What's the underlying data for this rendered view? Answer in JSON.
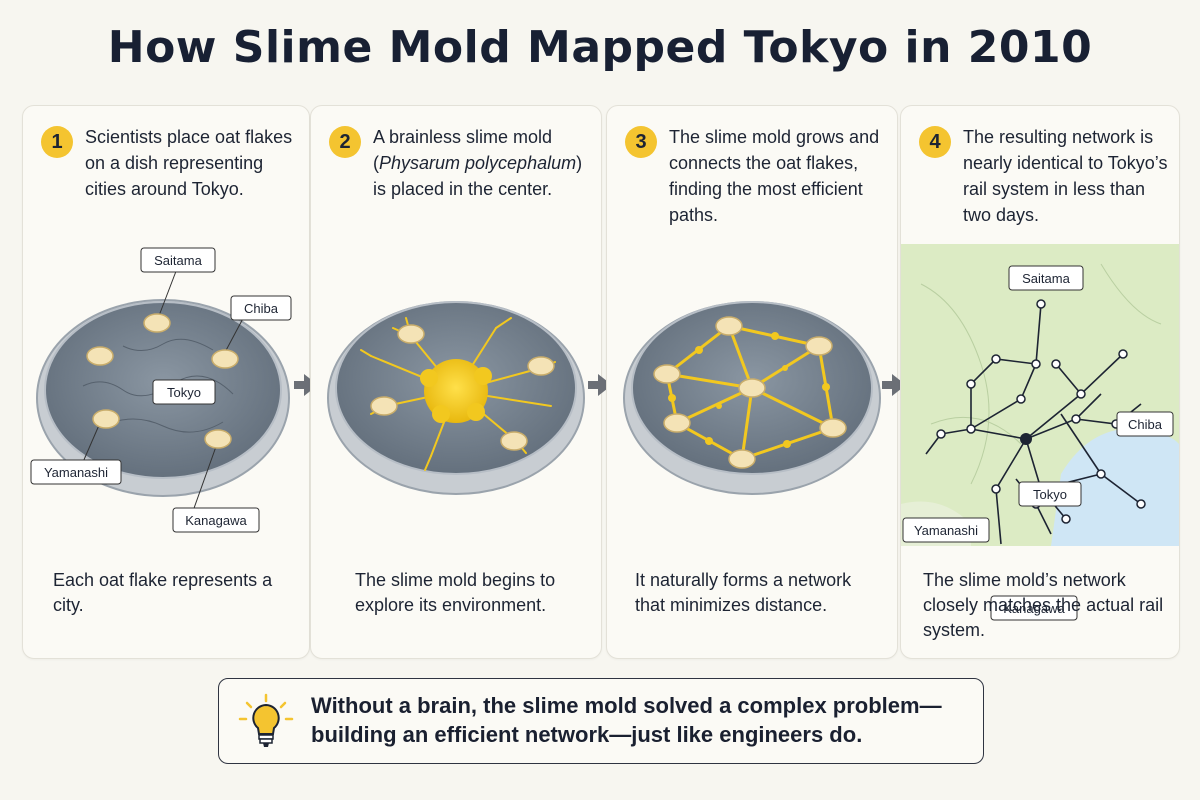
{
  "title": "How Slime Mold Mapped Tokyo in 2010",
  "steps": [
    {
      "number": "1",
      "text": "Scientists place oat flakes on a dish representing cities around Tokyo.",
      "caption": "Each oat flake represents a city.",
      "labels": [
        "Saitama",
        "Chiba",
        "Tokyo",
        "Yamanashi",
        "Kanagawa"
      ]
    },
    {
      "number": "2",
      "text_before": "A brainless slime mold (",
      "text_italic": "Physarum polycephalum",
      "text_after": ") is placed in the center.",
      "caption": "The slime mold begins to explore its environment."
    },
    {
      "number": "3",
      "text": "The slime mold grows and connects the oat flakes, finding the most efficient paths.",
      "caption": "It naturally forms a network that minimizes distance."
    },
    {
      "number": "4",
      "text": "The resulting network is nearly identical to Tokyo’s rail system in less than two days.",
      "caption": "The slime mold’s network closely matches the actual rail system.",
      "labels": [
        "Saitama",
        "Chiba",
        "Tokyo",
        "Yamanashi",
        "Kanagawa"
      ]
    }
  ],
  "callout": {
    "line1": "Without a brain, the slime mold solved a complex problem—",
    "line2": "building an efficient network—just like engineers do."
  },
  "colors": {
    "accent": "#f4c430",
    "slime": "#f2c81f",
    "dish": "#7d8a97",
    "map_land": "#dcebc4",
    "map_water": "#cfe6f5"
  }
}
